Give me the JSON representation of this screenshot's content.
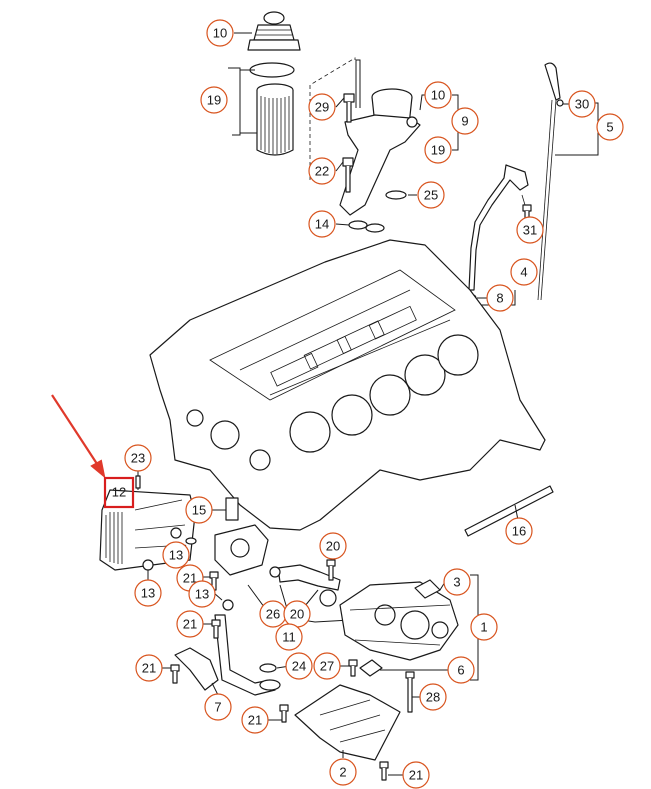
{
  "figure": {
    "highlight": {
      "part_number": "12",
      "color": "#d81e1e"
    },
    "arrow_color": "#e0392b",
    "callout_color": "#d8541e"
  },
  "callouts": {
    "c10_top": "10",
    "c19_left": "19",
    "c29": "29",
    "c10_right": "10",
    "c9": "9",
    "c19_right": "19",
    "c22": "22",
    "c25": "25",
    "c14": "14",
    "c30": "30",
    "c5": "5",
    "c31": "31",
    "c4": "4",
    "c8": "8",
    "c23": "23",
    "c12": "12",
    "c15": "15",
    "c13_a": "13",
    "c13_b": "13",
    "c13_c": "13",
    "c20_a": "20",
    "c20_b": "20",
    "c21_a": "21",
    "c21_b": "21",
    "c21_c": "21",
    "c21_d": "21",
    "c21_e": "21",
    "c26": "26",
    "c11": "11",
    "c3": "3",
    "c1": "1",
    "c16": "16",
    "c24": "24",
    "c27": "27",
    "c6": "6",
    "c28": "28",
    "c7": "7",
    "c2": "2"
  }
}
